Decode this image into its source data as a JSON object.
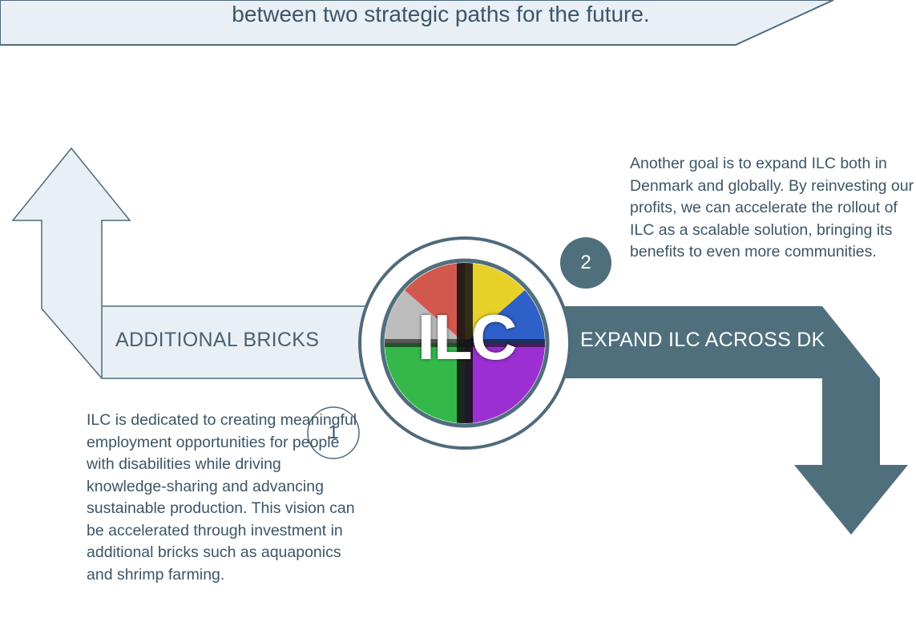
{
  "banner": {
    "text": "between two strategic paths for the future."
  },
  "left_arrow": {
    "label": "ADDITIONAL BRICKS"
  },
  "right_arrow": {
    "label": "EXPAND ILC ACROSS DK"
  },
  "logo": {
    "text": "ILC"
  },
  "steps": [
    {
      "number": "1",
      "text": "ILC is dedicated to creating meaningful employment opportunities for people with disabilities while driving knowledge-sharing and advancing sustainable production. This vision can be accelerated through investment in additional bricks such as aquaponics and shrimp farming."
    },
    {
      "number": "2",
      "text": "Another goal is to expand ILC both in Denmark and globally. By reinvesting our profits, we can accelerate the rollout of ILC as a scalable solution, bringing its benefits to even more communities."
    }
  ],
  "colors": {
    "light_fill": "#e8f0f6",
    "dark_fill": "#506f7d",
    "outline": "#4f6a7c",
    "text": "#3d5566"
  }
}
